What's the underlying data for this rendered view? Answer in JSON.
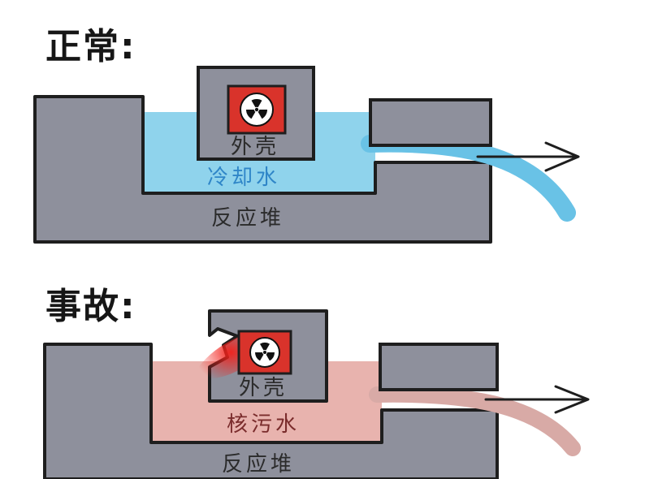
{
  "normal": {
    "heading": "正常:",
    "shell_label": "外壳",
    "water_label": "冷却水",
    "reactor_label": "反应堆",
    "water_color": "#8fd3ec",
    "flow_color": "#69c2e6"
  },
  "accident": {
    "heading": "事故:",
    "shell_label": "外壳",
    "water_label": "核污水",
    "reactor_label": "反应堆",
    "water_color": "#e8b3ae",
    "flow_color": "#d8aaa6",
    "leak_color": "#e4312a"
  },
  "colors": {
    "structure": "#8e909c",
    "outline": "#1e1e1e",
    "core_fill": "#d9332b",
    "radiation_symbol": "#111111"
  },
  "icons": [
    "radiation-icon",
    "arrow-right-icon"
  ]
}
